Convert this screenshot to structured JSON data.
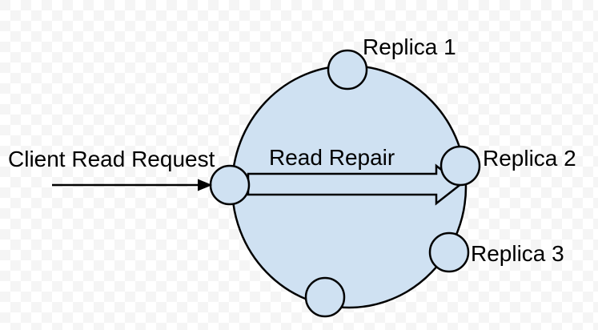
{
  "labels": {
    "client_request": "Client Read Request",
    "read_repair": "Read Repair",
    "replica1": "Replica 1",
    "replica2": "Replica 2",
    "replica3": "Replica 3"
  },
  "colors": {
    "shape_fill": "#cfe1f2",
    "shape_stroke": "#000000",
    "text": "#000000",
    "client_arrow": "#000000"
  }
}
